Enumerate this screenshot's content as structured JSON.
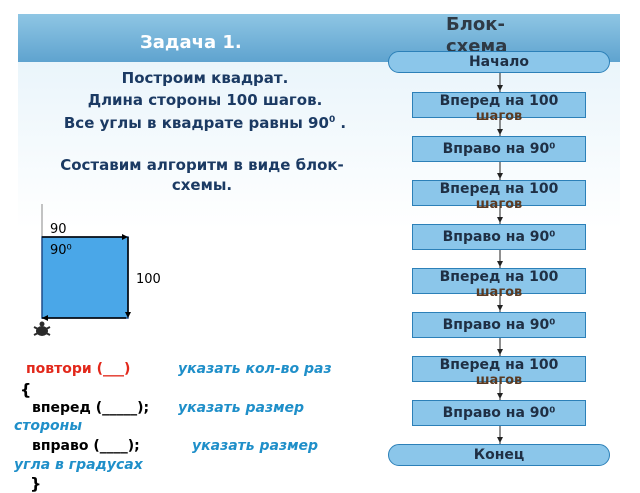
{
  "title": "Задача 1.",
  "flow_title": "Блок-схема",
  "task": {
    "line1": "Построим квадрат.",
    "line2": "Длина стороны 100 шагов.",
    "line3": "Все углы в квадрате равны 90",
    "line3_sup": "0",
    "line3_end": " .",
    "prompt": "Составим алгоритм в виде блок-схемы."
  },
  "figure": {
    "label_90": "90",
    "label_90deg": "90⁰",
    "label_100": "100",
    "fill_color": "#4aa7e8"
  },
  "code": {
    "repeat": "повтори (___)",
    "repeat_hint": "указать кол-во раз",
    "brace": "{",
    "forward": "вперед (_____);",
    "forward_hint": "указать размер",
    "forward_hint2": "стороны",
    "right": "вправо (____);",
    "right_hint": "указать размер",
    "right_hint2": "угла в градусах",
    "end": "}"
  },
  "flowchart": {
    "start": "Начало",
    "steps": [
      {
        "line1": "Вперед на 100",
        "line2": "шагов"
      },
      {
        "line1": "Вправо на 90⁰",
        "line2": ""
      },
      {
        "line1": "Вперед на 100",
        "line2": "шагов"
      },
      {
        "line1": "Вправо на 90⁰",
        "line2": ""
      },
      {
        "line1": "Вперед на 100",
        "line2": "шагов"
      },
      {
        "line1": "Вправо на 90⁰",
        "line2": ""
      },
      {
        "line1": "Вперед на 100",
        "line2": "шагов"
      },
      {
        "line1": "Вправо на 90⁰",
        "line2": ""
      }
    ],
    "end": "Конец"
  }
}
